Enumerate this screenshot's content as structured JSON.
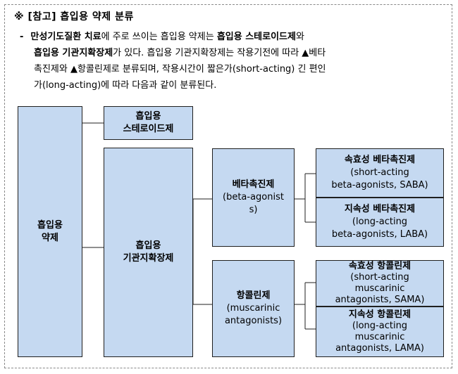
{
  "header": {
    "title": "※ [참고] 흡입용 약제 분류"
  },
  "intro": {
    "dash": "-",
    "l1a": "만성기도질환 치료",
    "l1b": "에 주로 쓰이는 흡입용 약제는 ",
    "l1c": "흡입용 스테로이드제",
    "l1d": "와",
    "l2a": "흡입용 기관지확장제",
    "l2b": "가 있다. 흡입용 기관지확장제는 작용기전에 따라 ▲베타",
    "l3": "촉진제와 ▲항콜린제로 분류되며, 작용시간이 짧은가(short-acting) 긴 편인",
    "l4": "가(long-acting)에 따라 다음과 같이 분류된다."
  },
  "diagram": {
    "root": {
      "line1": "흡입용",
      "line2": "약제"
    },
    "steroid": {
      "line1": "흡입용",
      "line2": "스테로이드제"
    },
    "bronchodilator": {
      "line1": "흡입용",
      "line2": "기관지확장제"
    },
    "beta": {
      "title": "베타촉진제",
      "sub1": "(beta-agonist",
      "sub2": "s)"
    },
    "antichol": {
      "title": "항콜린제",
      "sub1": "(muscarinic",
      "sub2": "antagonists)"
    },
    "saba": {
      "title": "속효성 베타촉진제",
      "sub1": "(short-acting",
      "sub2": "beta-agonists, SABA)"
    },
    "laba": {
      "title": "지속성 베타촉진제",
      "sub1": "(long-acting",
      "sub2": "beta-agonists, LABA)"
    },
    "sama": {
      "title": "속효성 항콜린제",
      "sub1": "(short-acting",
      "sub2": "muscarinic",
      "sub3": "antagonists, SAMA)"
    },
    "lama": {
      "title": "지속성 항콜린제",
      "sub1": "(long-acting",
      "sub2": "muscarinic",
      "sub3": "antagonists, LAMA)"
    }
  }
}
